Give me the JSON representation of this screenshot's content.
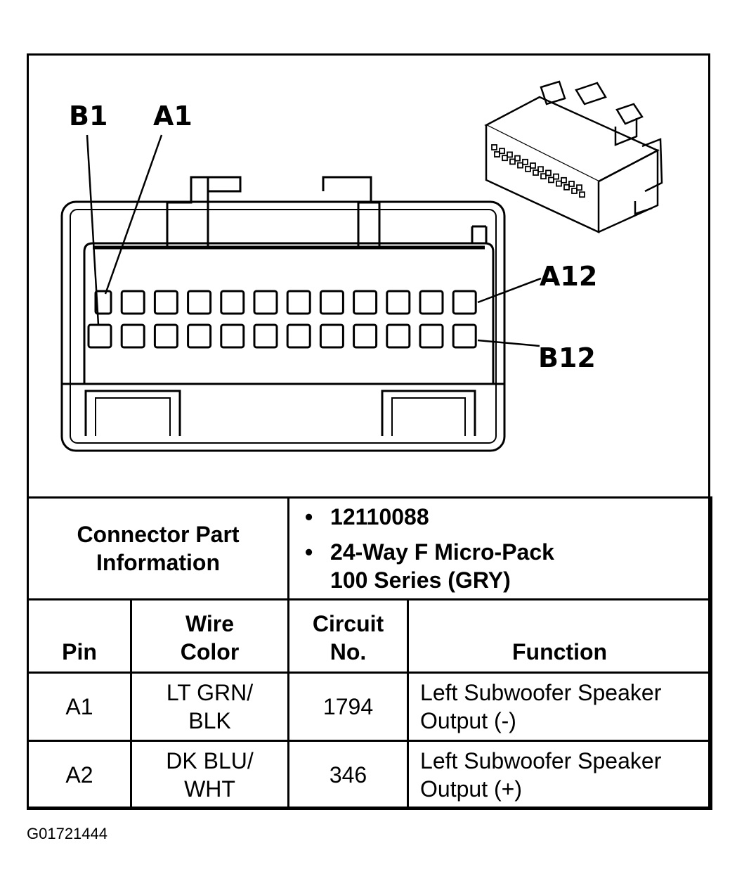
{
  "connector": {
    "labels": {
      "b1": "B1",
      "a1": "A1",
      "a12": "A12",
      "b12": "B12"
    },
    "pins_per_row": 12
  },
  "part_info": {
    "label_line1": "Connector Part",
    "label_line2": "Information",
    "items": [
      {
        "line1": "12110088",
        "line2": ""
      },
      {
        "line1": "24-Way F Micro-Pack",
        "line2": "100 Series (GRY)"
      }
    ]
  },
  "table": {
    "headers": {
      "pin": "Pin",
      "wire_line1": "Wire",
      "wire_line2": "Color",
      "circuit_line1": "Circuit",
      "circuit_line2": "No.",
      "function": "Function"
    },
    "rows": [
      {
        "pin": "A1",
        "wire1": "LT GRN/",
        "wire2": "BLK",
        "circuit": "1794",
        "func1": "Left Subwoofer Speaker",
        "func2": "Output (-)"
      },
      {
        "pin": "A2",
        "wire1": "DK BLU/",
        "wire2": "WHT",
        "circuit": "346",
        "func1": "Left Subwoofer Speaker",
        "func2": "Output (+)"
      }
    ]
  },
  "figure_code": "G01721444",
  "bullet": "•"
}
